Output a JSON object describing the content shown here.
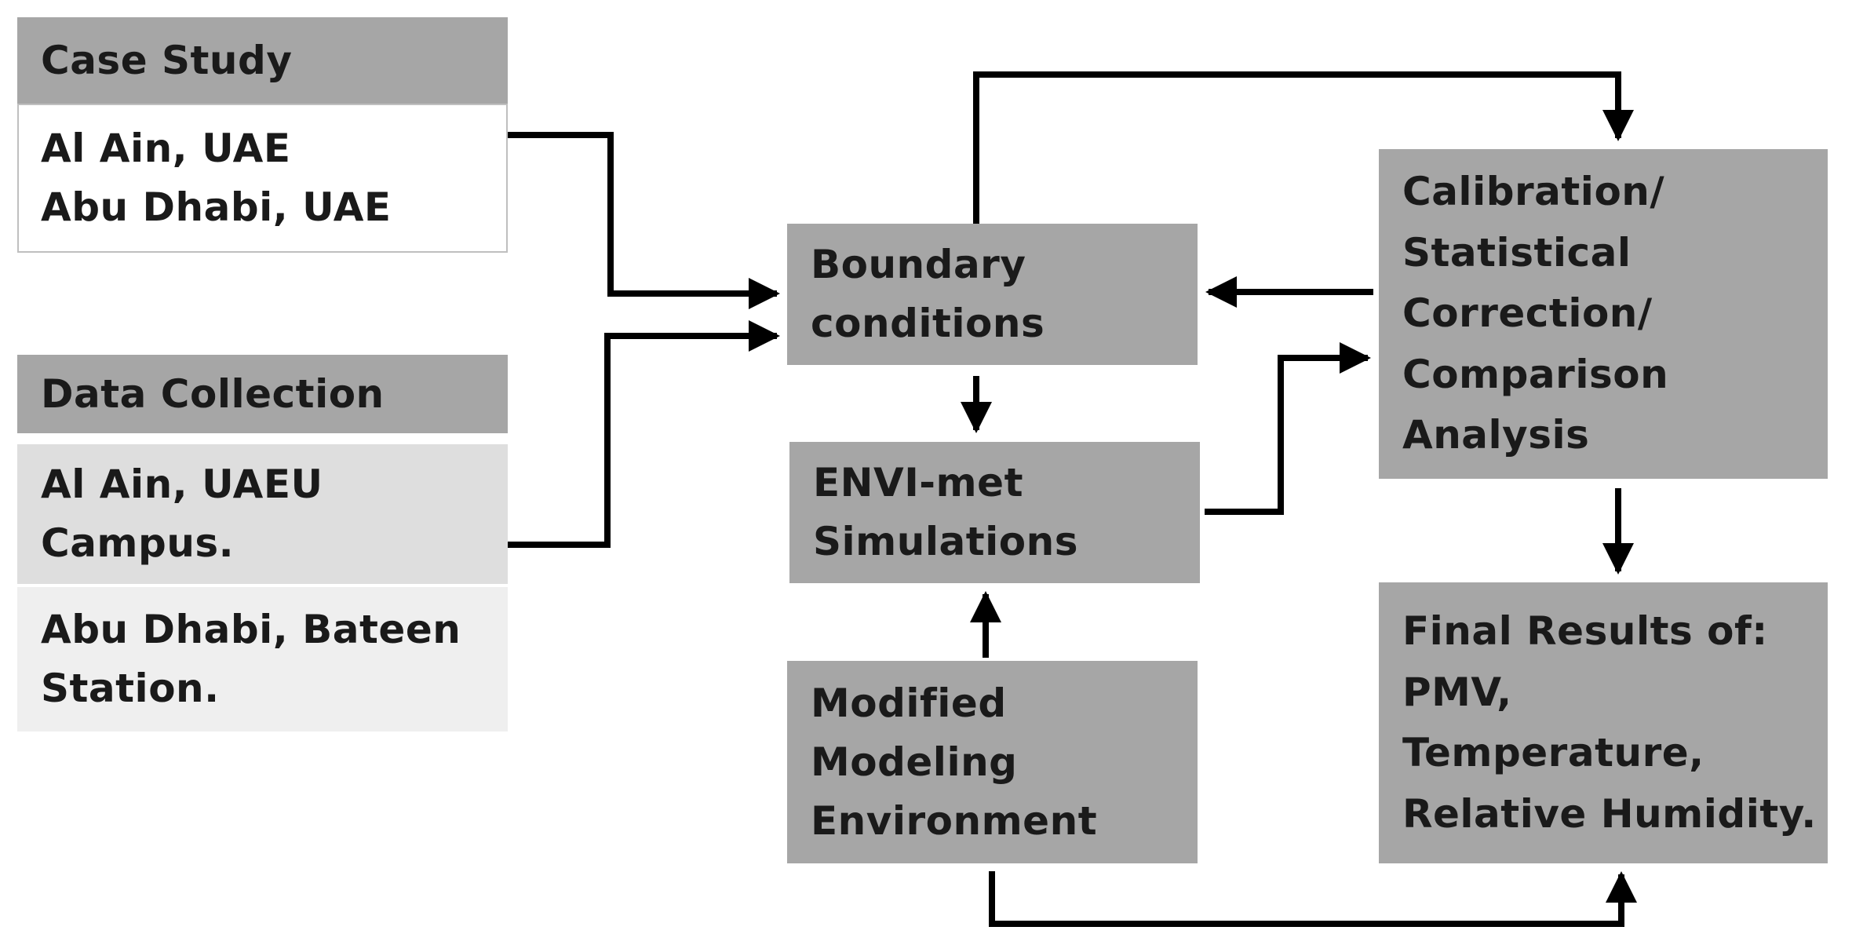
{
  "case_study": {
    "header": "Case Study",
    "lines": [
      "Al Ain, UAE",
      "Abu Dhabi, UAE"
    ]
  },
  "data_collection": {
    "header": "Data Collection",
    "site_1": [
      "Al Ain, UAEU",
      "Campus."
    ],
    "site_2": [
      "Abu Dhabi, Bateen",
      "Station."
    ]
  },
  "boundary": {
    "lines": [
      "Boundary",
      "conditions"
    ]
  },
  "envimet": {
    "lines": [
      "ENVI-met",
      "Simulations"
    ]
  },
  "modified": {
    "lines": [
      "Modified",
      "Modeling",
      "Environment"
    ]
  },
  "calibration": {
    "lines": [
      "Calibration/",
      "Statistical",
      "Correction/",
      "Comparison",
      "Analysis"
    ]
  },
  "final": {
    "lines": [
      "Final Results of:",
      "PMV,",
      "Temperature,",
      "Relative Humidity."
    ]
  },
  "colors": {
    "box_dark": "#a6a6a6",
    "box_light": "#dedede",
    "box_lighter": "#efefef",
    "arrow": "#000000",
    "text": "#1a1a1a"
  }
}
